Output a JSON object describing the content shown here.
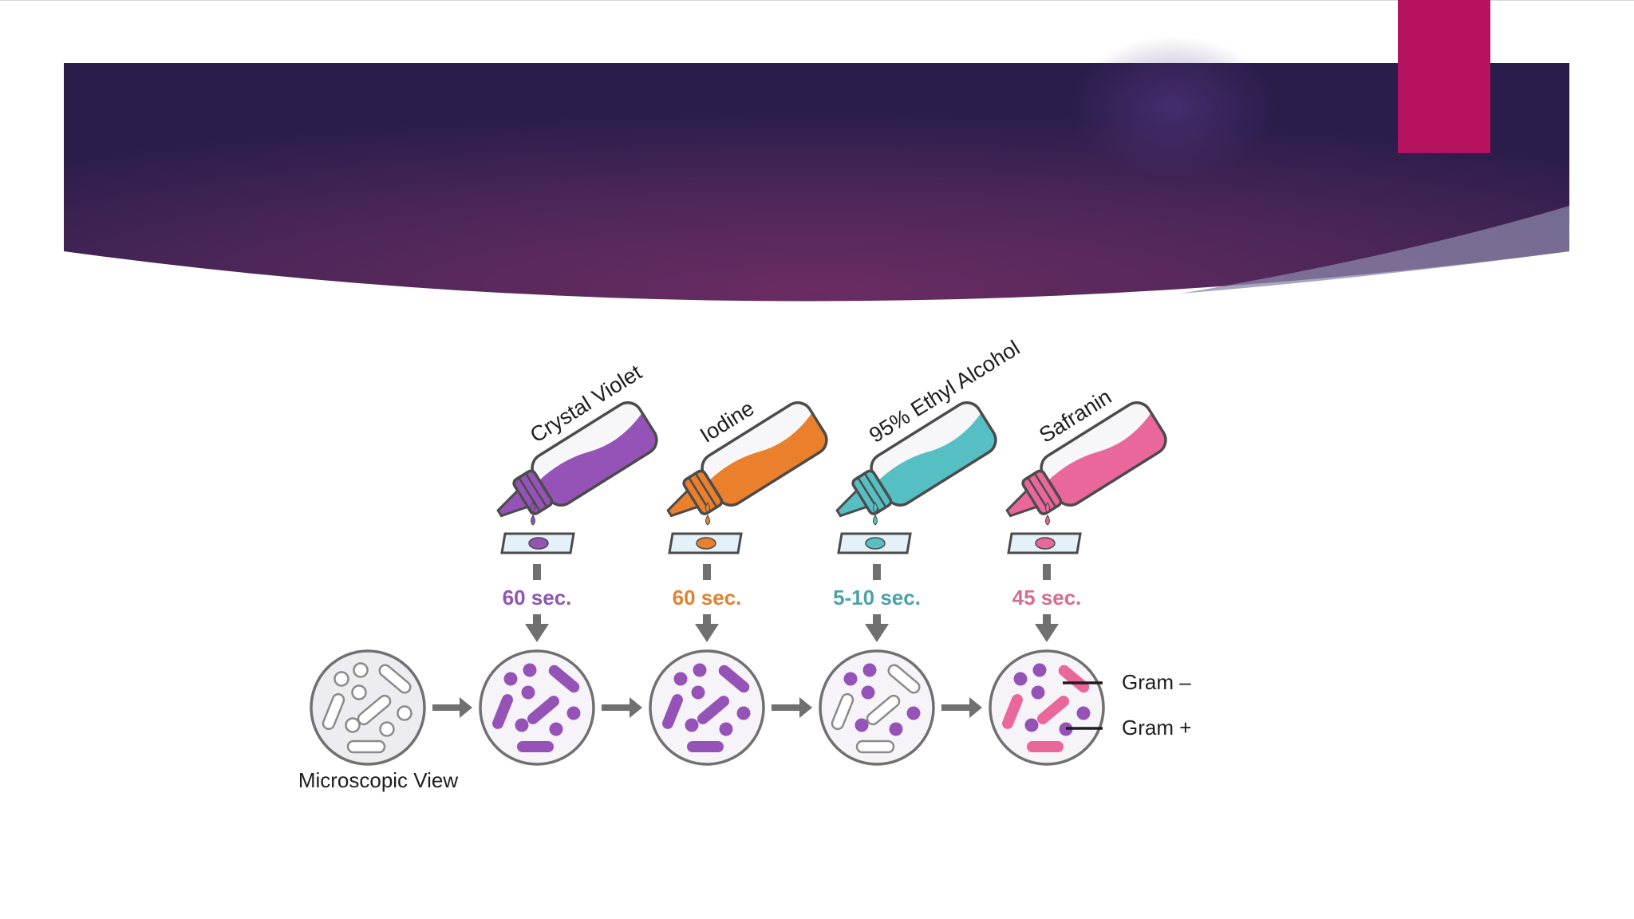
{
  "colors": {
    "banner_dark": "#2a1d4a",
    "banner_mid": "#6a2c62",
    "accent_tab": "#b5135f",
    "violet": "#9553b7",
    "orange": "#ea7f2c",
    "teal": "#56bfc3",
    "pink": "#e9679a",
    "outline": "#4b4b4b",
    "arrow": "#707070"
  },
  "steps": [
    {
      "reagent": "Crystal Violet",
      "time": "60 sec.",
      "color": "#9553b7",
      "label_color": "#8e57b1",
      "bottle_icon": "squeeze-bottle-icon"
    },
    {
      "reagent": "Iodine",
      "time": "60 sec.",
      "color": "#ea7f2c",
      "label_color": "#df8233",
      "bottle_icon": "squeeze-bottle-icon"
    },
    {
      "reagent": "95% Ethyl Alcohol",
      "time": "5-10 sec.",
      "color": "#56bfc3",
      "label_color": "#4aa2aa",
      "bottle_icon": "squeeze-bottle-icon"
    },
    {
      "reagent": "Safranin",
      "time": "45 sec.",
      "color": "#e9679a",
      "label_color": "#d86b95",
      "bottle_icon": "squeeze-bottle-icon"
    }
  ],
  "microscopic_view_label": "Microscopic View",
  "legend": {
    "gram_negative": "Gram –",
    "gram_positive": "Gram +"
  }
}
